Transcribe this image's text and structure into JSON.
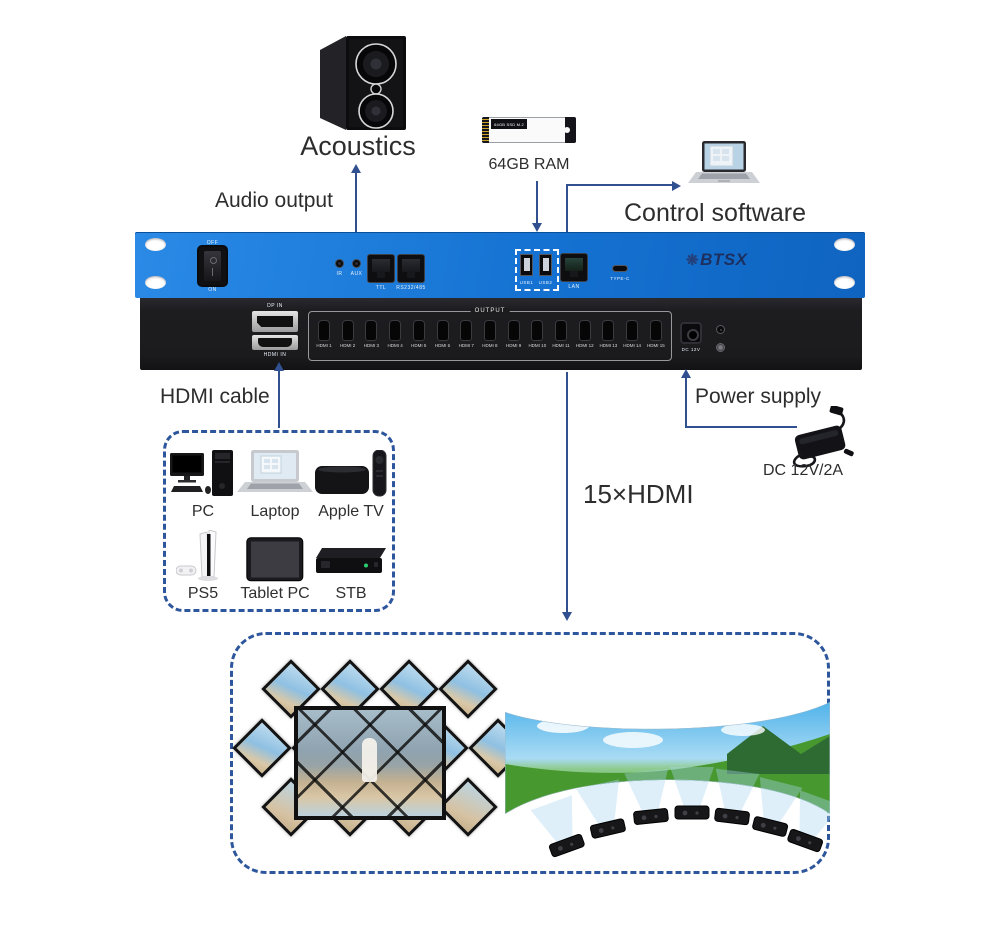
{
  "labels": {
    "acoustics": "Acoustics",
    "audio_output": "Audio output",
    "ram": "64GB RAM",
    "ssd_chip": "64GB SSD M.2",
    "control_software": "Control software",
    "hdmi_cable": "HDMI cable",
    "power_supply": "Power supply",
    "dc_rating": "DC 12V/2A",
    "hdmi_count": "15×HDMI"
  },
  "device": {
    "brand": "BTSX",
    "brand_glyph": "❋",
    "front": {
      "power_top": "OFF",
      "power_bottom": "ON",
      "ir": "IR",
      "aux": "AUX",
      "ttl": "TTL",
      "rs232": "RS232/485",
      "usb1": "USB1",
      "usb2": "USB2",
      "lan": "LAN",
      "typec": "TYPE-C"
    },
    "rear": {
      "dp_in": "DP IN",
      "hdmi_in": "HDMI IN",
      "output": "OUTPUT",
      "outputs": [
        "HDMI 1",
        "HDMI 2",
        "HDMI 3",
        "HDMI 4",
        "HDMI 5",
        "HDMI 6",
        "HDMI 7",
        "HDMI 8",
        "HDMI 9",
        "HDMI 10",
        "HDMI 11",
        "HDMI 12",
        "HDMI 13",
        "HDMI 14",
        "HDMI 15"
      ],
      "dc": "DC 12V"
    }
  },
  "sources": [
    "PC",
    "Laptop",
    "Apple TV",
    "PS5",
    "Tablet PC",
    "STB"
  ],
  "colors": {
    "arrow": "#30508f",
    "dashed_border": "#2d569c",
    "panel_blue": "#1474d4",
    "panel_black": "#1f1f22",
    "brand_text": "#1c2f5e"
  }
}
